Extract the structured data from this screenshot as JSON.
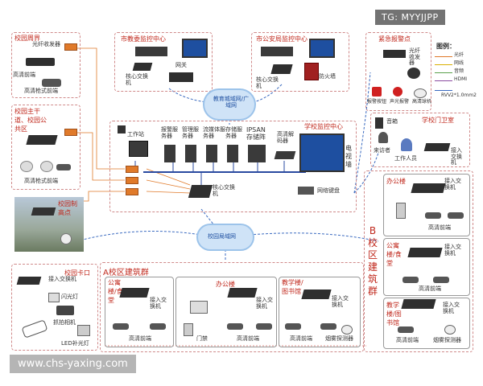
{
  "watermark_top": "TG: MYYJJPP",
  "watermark_bottom": "www.chs-yaxing.com",
  "sections": {
    "campus_perimeter": "校园周界",
    "campus_main_road": "校园主干道、校园公共区",
    "campus_high_point": "校园制高点",
    "campus_gate": "校园卡口",
    "edu_bureau": "市教委监控中心",
    "police_bureau": "市公安局监控中心",
    "school_center": "学校监控中心",
    "emergency": "紧急报警点",
    "school_gate": "学校门卫室",
    "a_zone": "A校区建筑群",
    "b_zone": "B校区建筑群"
  },
  "labels": {
    "fiber_box": "光纤收发器",
    "hd_front": "高清前端",
    "hd_camera": "高清枪式前端",
    "core_switch": "核心交换机",
    "gateway": "网关",
    "firewall": "防火墙",
    "wan_cloud": "教育城域网/广域网",
    "lan_cloud": "校园局域网",
    "workstation": "工作站",
    "alarm_server": "报警服务器",
    "mgmt_server": "管理服务器",
    "stream_server": "流媒体服务器",
    "storage_server": "存储服务器",
    "ipsan": "IPSAN存储阵",
    "hd_decoder": "高清解码器",
    "video_wall": "电视墙",
    "net_keyboard": "网络键盘",
    "access_switch": "接入交换机",
    "flash": "闪光灯",
    "capture_cam": "抓拍相机",
    "led_fill": "LED补光灯",
    "apartment": "公寓楼/食堂",
    "office": "办公楼",
    "teaching": "教学楼/图书馆",
    "door_lock": "门禁",
    "smoke": "烟雾探测器",
    "alarm_btn": "报警按钮",
    "alarm_light": "声光报警",
    "hd_dome": "高清球机",
    "visitor": "来访者",
    "staff": "工作人员",
    "intercom": "音箱"
  },
  "legend": {
    "title": "图例：",
    "items": [
      {
        "label": "光纤",
        "color": "#e07a2a"
      },
      {
        "label": "网线",
        "color": "#d9b000"
      },
      {
        "label": "音频",
        "color": "#5aa14a"
      },
      {
        "label": "HDMI",
        "color": "#8a4aa0"
      },
      {
        "label": "RVV2*1.0mm2",
        "color": "#3a6ac0"
      }
    ]
  }
}
